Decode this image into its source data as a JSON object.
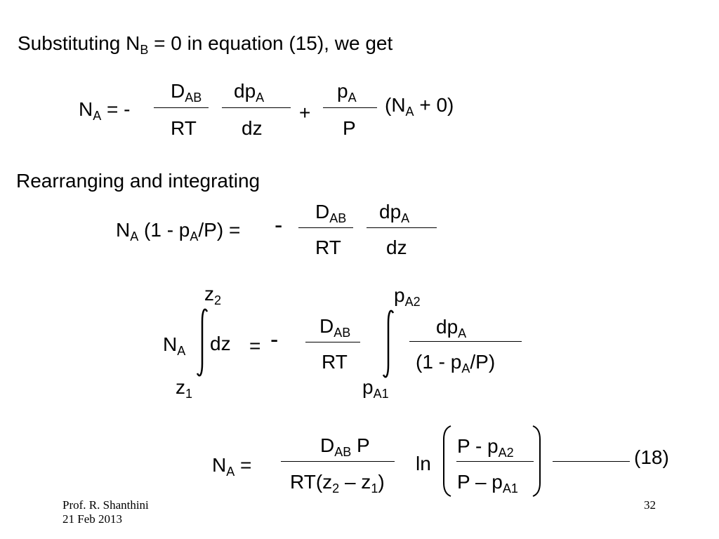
{
  "slide": {
    "intro": {
      "text": "Substituting N",
      "sub": "B",
      "rest": " = 0 in equation (15), we get"
    },
    "eq1": {
      "lhs_base": "N",
      "lhs_sub": "A",
      "lhs_rest": " = -",
      "f1_num_base": "D",
      "f1_num_sub": "AB",
      "f1_den": "RT",
      "f2_num_base": "dp",
      "f2_num_sub": "A",
      "f2_den": "dz",
      "plus": "+",
      "f3_num_base": "p",
      "f3_num_sub": "A",
      "f3_den": "P",
      "tail_open": "(N",
      "tail_sub": "A",
      "tail_rest": " + 0)"
    },
    "rearranging": "Rearranging and integrating",
    "eq2": {
      "l_base1": "N",
      "l_sub1": "A",
      "l_mid": " (1 - p",
      "l_sub2": "A",
      "l_rest": "/P) =",
      "minus": "-",
      "f1_num_base": "D",
      "f1_num_sub": "AB",
      "f1_den": "RT",
      "f2_num_base": "dp",
      "f2_num_sub": "A",
      "f2_den": "dz"
    },
    "eq3": {
      "upper1_base": "z",
      "upper1_sub": "2",
      "lower1_base": "z",
      "lower1_sub": "1",
      "na_base": "N",
      "na_sub": "A",
      "dz": "dz",
      "equals": "=",
      "minus": "-",
      "f1_num_base": "D",
      "f1_num_sub": "AB",
      "f1_den": "RT",
      "upper2_base": "p",
      "upper2_sub": "A2",
      "lower2_base": "p",
      "lower2_sub": "A1",
      "f2_num_base": "dp",
      "f2_num_sub": "A",
      "f2_den_pre": "(1 - p",
      "f2_den_sub": "A",
      "f2_den_post": "/P)"
    },
    "eq4": {
      "na_base": "N",
      "na_sub": "A",
      "equals": " =",
      "f1_num_base": "D",
      "f1_num_sub": "AB",
      "f1_num_post": " P",
      "f1_den_pre": "RT(z",
      "f1_den_sub1": "2",
      "f1_den_mid": " – z",
      "f1_den_sub2": "1",
      "f1_den_post": ")",
      "ln": "ln",
      "f2_num_pre": "P - p",
      "f2_num_sub": "A2",
      "f2_den_pre": "P – p",
      "f2_den_sub": "A1",
      "eq_number": "(18)"
    },
    "footer": {
      "author": "Prof. R. Shanthini",
      "date": "21 Feb 2013",
      "page": "32"
    }
  }
}
